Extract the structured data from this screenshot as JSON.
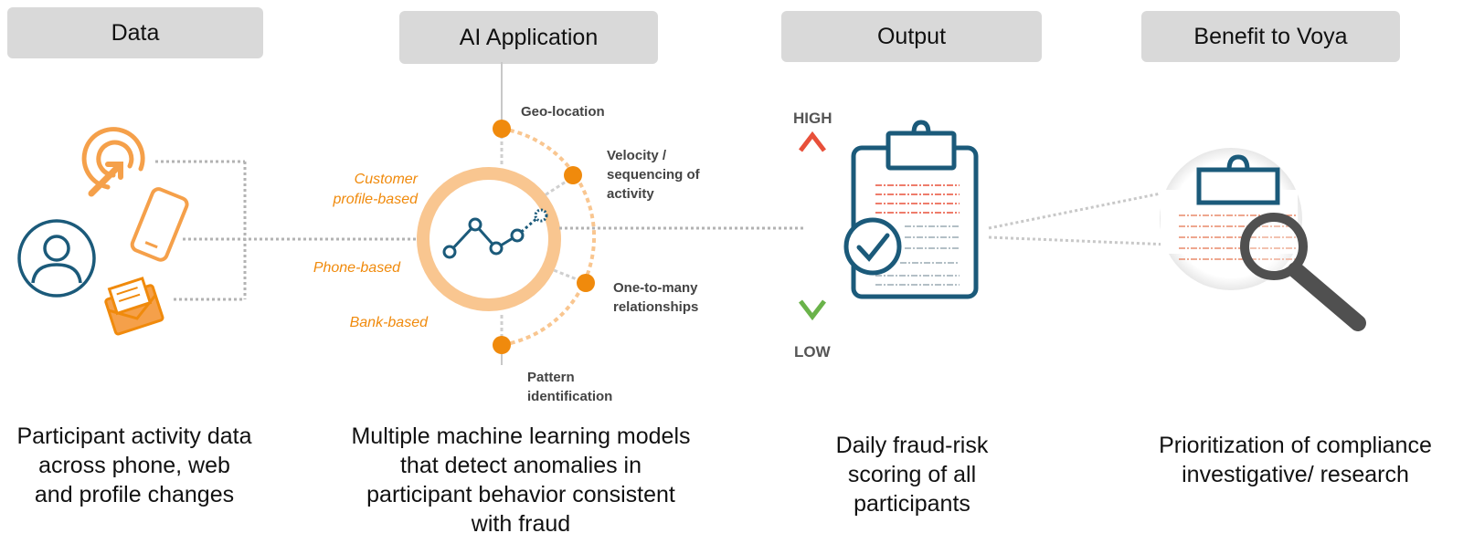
{
  "headers": {
    "data": "Data",
    "ai_application": "AI Application",
    "output": "Output",
    "benefit": "Benefit to Voya"
  },
  "captions": {
    "data": "Participant activity data across phone, web and profile changes",
    "ai_application": "Multiple machine learning models that detect anomalies in participant behavior consistent with fraud",
    "output": "Daily fraud-risk scoring of all participants",
    "benefit": "Prioritization of compliance investigative/ research"
  },
  "model_inputs": {
    "customer_profile": "Customer profile-based",
    "phone": "Phone-based",
    "bank": "Bank-based"
  },
  "model_outputs": {
    "geo_location": "Geo-location",
    "velocity": "Velocity / sequencing of activity",
    "one_to_many": "One-to-many relationships",
    "pattern": "Pattern identification"
  },
  "risk_scale": {
    "high": "HIGH",
    "low": "LOW"
  },
  "colors": {
    "orange": "#f08a0c",
    "light_orange": "#f9c690",
    "navy": "#1b5a7a",
    "header_gray": "#d9d9d9",
    "high_red": "#e8503a",
    "low_green": "#6ab34a"
  },
  "icons": [
    "touch-icon",
    "phone-icon",
    "mail-icon",
    "user-icon",
    "trend-chart-icon",
    "clipboard-check-icon",
    "magnifier-icon"
  ]
}
